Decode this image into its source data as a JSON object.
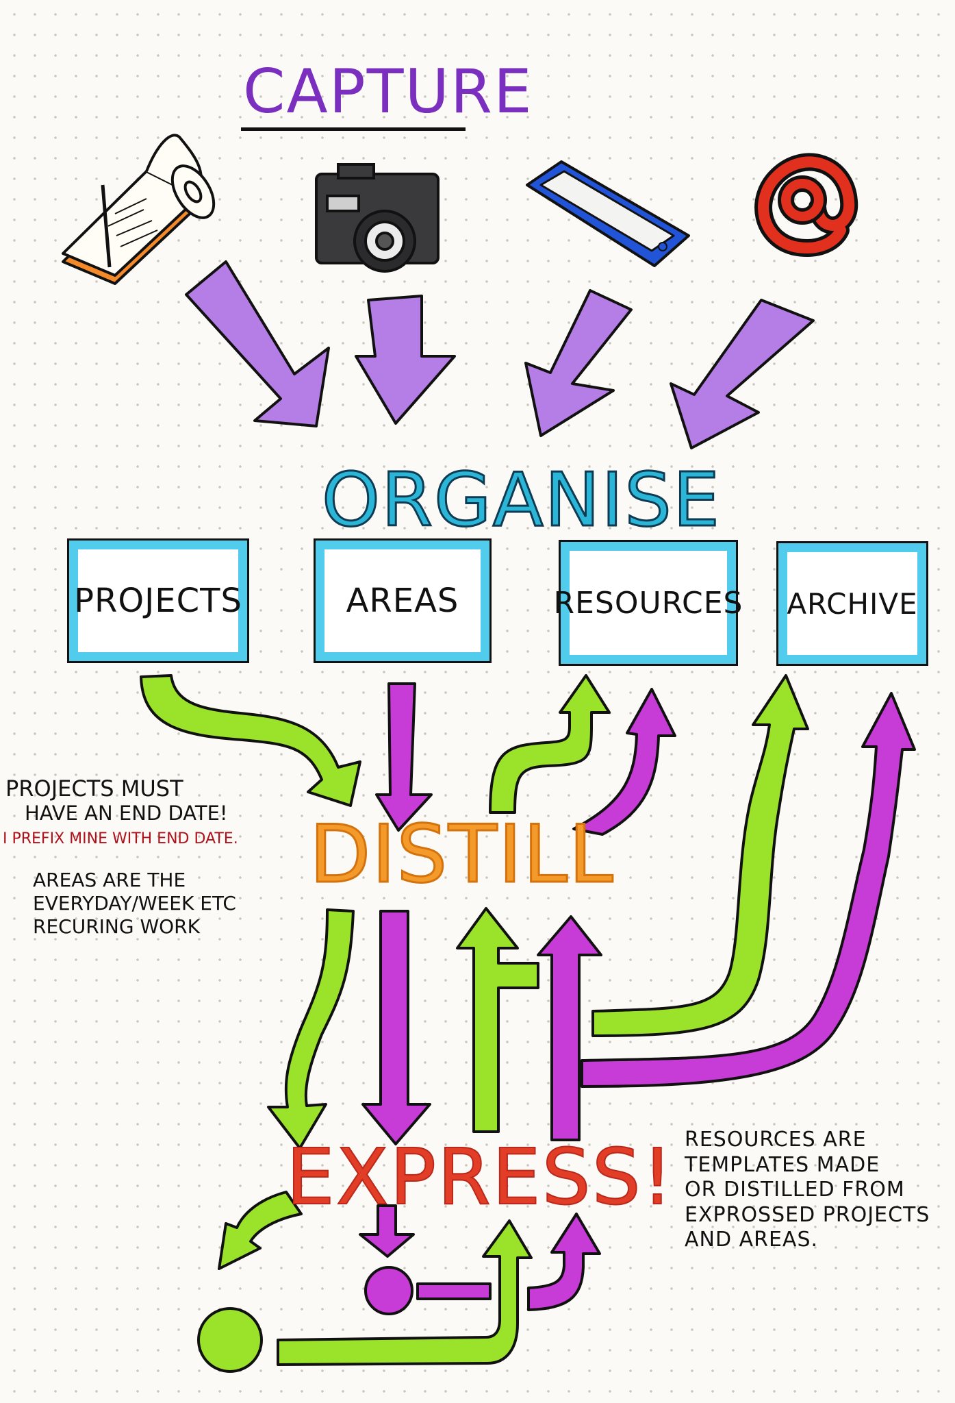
{
  "headings": {
    "capture": "CAPTURE",
    "organise": "ORGANISE",
    "distill": "DISTILL",
    "express": "EXPRESS!"
  },
  "boxes": {
    "projects": "PROJECTS",
    "areas": "AREAS",
    "resources": "RESOURCES",
    "archive": "ARCHIVE"
  },
  "notes": {
    "projects_must": "PROJECTS MUST",
    "end_date": "HAVE AN END DATE!",
    "prefix": "I PREFIX MINE WITH END DATE.",
    "areas": "AREAS ARE THE\nEVERYDAY/WEEK ETC\nRECURING WORK",
    "resources": "RESOURCES ARE\nTEMPLATES MADE\nOR DISTILLED FROM\nEXPROSSED PROJECTS\nAND AREAS."
  },
  "icons": [
    "notepad-icon",
    "camera-icon",
    "phone-icon",
    "at-sign-icon"
  ],
  "colors": {
    "purple": "#b57ee6",
    "green": "#9be22a",
    "magenta": "#c73bd6",
    "cyan": "#52ccec",
    "orange": "#f39a2a",
    "red": "#e13d27"
  }
}
